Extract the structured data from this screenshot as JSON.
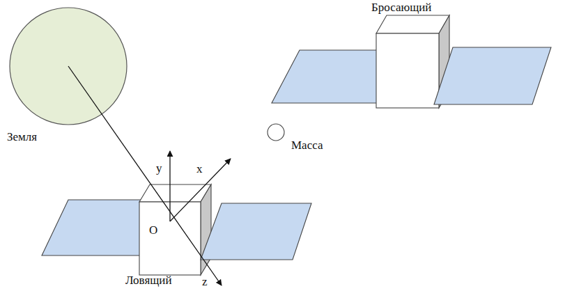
{
  "diagram": {
    "labels": [
      "Бросающий",
      "Земля",
      "y",
      "x",
      "Масса",
      "O",
      "Ловящий",
      "z"
    ]
  }
}
